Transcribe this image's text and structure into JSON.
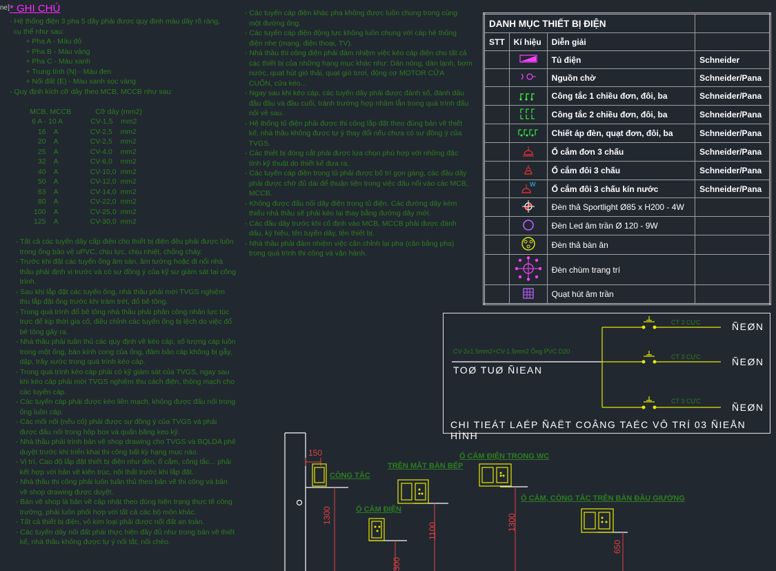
{
  "edge_text": "ne]",
  "title": "* GHI CHÚ",
  "notes_col1": [
    "- Hệ thống điện 3 pha 5 dây phải được quy định màu dây rõ ràng,",
    "  cụ thể như sau:",
    "        + Pha A - Màu đỏ",
    "        + Pha B - Màu vàng",
    "        + Pha C - Màu xanh",
    "        + Trung tính (N) - Màu đen",
    "        + Nối đất (E) - Màu xanh sọc vàng",
    "- Quy định kích cỡ dây theo MCB, MCCB như sau:",
    "",
    "          MCB, MCCB            Cỡ dây (mm2)",
    "           6 A - 10 A              CV-1,5    mm2",
    "              16    A                CV-2,5    mm2",
    "              20    A                CV-2,5    mm2",
    "              25    A                CV-4,0    mm2",
    "              32    A                CV-6,0    mm2",
    "              40    A                CV-10,0  mm2",
    "              50    A                CV-12,0  mm2",
    "              63    A                CV-14,0  mm2",
    "              80    A                CV-22,0  mm2",
    "            100    A                CV-25,0  mm2",
    "            125    A                CV-30,0  mm2",
    "",
    "   - Tất cả các tuyến dây cấp điện cho thiết bị điện đều phải được luồn",
    "     trong ống bảo vệ uPVC, chịu lực, chịu nhiệt, chống cháy.",
    "   - Trước khi đặt các tuyến ống âm sàn, âm tường hoặc đi nổi nhà",
    "     thầu phải định vị trước và có sự đồng ý của kỹ sư giám sát tại công",
    "     trình.",
    "   - Sau khi lắp đặt các tuyến ống, nhà thầu phải mời TVGS nghiệm",
    "     thu lắp đặt ống trước khi trám trét, đổ bê tông.",
    "   - Trong quá trình đổ bê tông nhà thầu phải phân công nhân lực túc",
    "     trực để kịp thời gia cố, điều chỉnh các tuyến ống bị lệch do việc đổ",
    "     bê tông gây ra.",
    "   - Nhà thầu phải tuân thủ các quy định về kéo cáp, số lượng cáp luồn",
    "     trong một ống, bán kính cong của ống, đảm bảo cáp không bị gẫy,",
    "     dập, trầy xước trong quá trình kéo cáp.",
    "   - Trong quá trình kéo cáp phải có kỹ giám sát của TVGS, ngay sau",
    "     khi kéo cáp phải mời TVGS nghiệm thu cách điện, thông mạch cho",
    "     các tuyến cáp.",
    "   - Các tuyến cáp phải được kéo liền mạch, không được đấu nối trong",
    "     ống luồn cáp.",
    "   - Các mối nối (nếu có) phải được sự đồng ý của TVGS và phải",
    "     được đấu nối trong hộp box và quấn băng keo kỹ.",
    "   - Nhà thầu phải trình bản vẽ shop drawing cho TVGS và BQLDA phê",
    "     duyệt trước khi triển khai thi công bất kỳ hạng mục nào.",
    "   - Vị trí, Cao độ lắp đặt thiết bị điện như đèn, ổ cắm, công tắc... phải",
    "     kết hợp với bản vẽ kiến trúc, nội thất trước khi lắp đặt.",
    "   - Nhà thầu thi công phải luôn tuân thủ theo bản vẽ thi công và bản",
    "     vẽ shop drawing được duyệt.",
    "   - Bản vẽ shop là bản vẽ cập nhật theo đúng hiện trạng thực tế công",
    "     trường, phải luôn phối hợp với tất cả các bộ môn khác.",
    "   - Tất cả thiết bị điện, vỏ kim loại phải được nối đất an toàn.",
    "   - Các tuyến dây nối đất phải thực hiện đầy đủ như trong bản vẽ thiết",
    "     kế, nhà thầu không được tự ý nối tắt, nối chéo."
  ],
  "notes_col2": [
    "- Các tuyến cáp điện khác pha không được luồn chung trong cùng",
    "  một đường ống.",
    "- Các tuyến cáp điện động lực không luồn chung với cáp hệ thống",
    "  điện nhẹ (mạng, điện thoại, TV).",
    "- Nhà thầu thi công điện phải đảm nhiệm việc kéo cáp điện cho tất cả",
    "  các thiết bị của những hạng mục khác như: Dàn nóng, dàn lạnh, bơm",
    "  nước, quạt hút gió thải, quạt gió tươi, động cơ MOTOR CỬA",
    "  CUỐN, cửa kéo...",
    "- Ngay sau khi kéo cáp, các tuyến dây phải được đánh số, đánh dấu",
    "  đầu đầu và đầu cuối, tránh trường hợp nhầm lẫn trong quá trình đấu",
    "  nối về sau.",
    "- Hệ thống tủ điện phải được thi công lắp đặt theo đúng bản vẽ thiết",
    "  kế, nhà thầu không được tự ý thay đổi nếu chưa có sự đồng ý của",
    "  TVGS.",
    "- Các thiết bị đóng cắt phải được lựa chọn phù hợp với những đặc",
    "  tính kỹ thuật do thiết kế đưa ra.",
    "- Các tuyến cáp điện trong tủ phải được bố trí gọn gàng, các đầu dây",
    "  phải được chờ đủ dài để thuận tiện trong việc đấu nối vào các MCB,",
    "  MCCB.",
    "- Không được đấu nối dây điện trong tủ điện. Các đường dây kém",
    "  thiểu nhà thầu sẽ phải kéo lại thay bằng đường dây mới.",
    "- Các đầu dây trước khi cố định vào MCB, MCCB phải được đánh",
    "  dấu, ký hiệu, tên tuyến dây, tên thiết bị.",
    "- Nhà thầu phải đảm nhiệm việc cân chỉnh lại pha (cân bằng pha)",
    "  trong quá trình thi công và vận hành."
  ],
  "legend": {
    "title": "DANH MỤC THIẾT BỊ ĐIỆN",
    "headers": [
      "STT",
      "Kí hiệu",
      "Diễn giải"
    ],
    "rows": [
      {
        "icon": "panel-icon",
        "label": "Tủ điện",
        "brand": "Schneider",
        "bold": true
      },
      {
        "icon": "power-outlet-icon",
        "label": "Nguồn chờ",
        "brand": "Schneider/Pana",
        "bold": true
      },
      {
        "icon": "switch-1way-icon",
        "label": "Công tắc 1 chiều đơn, đôi, ba",
        "brand": "Schneider/Pana",
        "bold": true
      },
      {
        "icon": "switch-2way-icon",
        "label": "Công tắc 2 chiều đơn, đôi, ba",
        "brand": "Schneider/Pana",
        "bold": true
      },
      {
        "icon": "dimmer-icon",
        "label": "Chiết áp đèn, quạt  đơn, đôi, ba",
        "brand": "Schneider/Pana",
        "bold": true
      },
      {
        "icon": "socket-single-icon",
        "label": "Ổ cắm đơn 3 chấu",
        "brand": "Schneider/Pana",
        "bold": true
      },
      {
        "icon": "socket-double-icon",
        "label": "Ổ cắm đôi 3 chấu",
        "brand": "Schneider/Pana",
        "bold": true
      },
      {
        "icon": "socket-waterproof-icon",
        "label": "Ổ cắm đôi 3 chấu kín nước",
        "brand": "Schneider/Pana",
        "bold": true
      },
      {
        "icon": "spotlight-icon",
        "label": "Đèn thả Sportlight  Ø85 x H200 - 4W",
        "brand": "",
        "bold": false
      },
      {
        "icon": "led-downlight-icon",
        "label": "Đèn Led âm trần Ø 120 - 9W",
        "brand": "",
        "bold": false
      },
      {
        "icon": "pendant-lamp-icon",
        "label": "Đèn thả bàn ăn",
        "brand": "",
        "bold": false
      },
      {
        "icon": "chandelier-icon",
        "label": "Đèn chùm trang trí",
        "brand": "",
        "bold": false
      },
      {
        "icon": "ceiling-fan-icon",
        "label": "Quạt hút âm trần",
        "brand": "",
        "bold": false
      }
    ]
  },
  "detail": {
    "from_label": "TOØ TUØ ÑIEAN",
    "to_labels": [
      "ÑEØN",
      "ÑEØN",
      "ÑEØN"
    ],
    "caption": "CHI TIEÁT LAÉP ÑAËT COÂNG TAÉC VÔ TRÍ 03 ÑIEÅN HÌNH",
    "cable_note": "CV-2x1.5mm2+CV-1.5mm2 Ống PVC D20",
    "switch_notes": [
      "CT 3 CỰC",
      "CT 3 CỰC",
      "CT 3 CỰC"
    ]
  },
  "elevation": {
    "labels": [
      "CÔNG TẮC",
      "TRÊN MẶT BÀN BẾP",
      "Ổ CẮM ĐIỆN TRONG WC",
      "Ổ CẮM ĐIỆN",
      "Ổ CẮM, CÔNG TẮC TRÊN BÀN ĐẦU GIƯỜNG"
    ],
    "dims": [
      "150",
      "1300",
      "1100",
      "1300",
      "650",
      "300"
    ]
  }
}
